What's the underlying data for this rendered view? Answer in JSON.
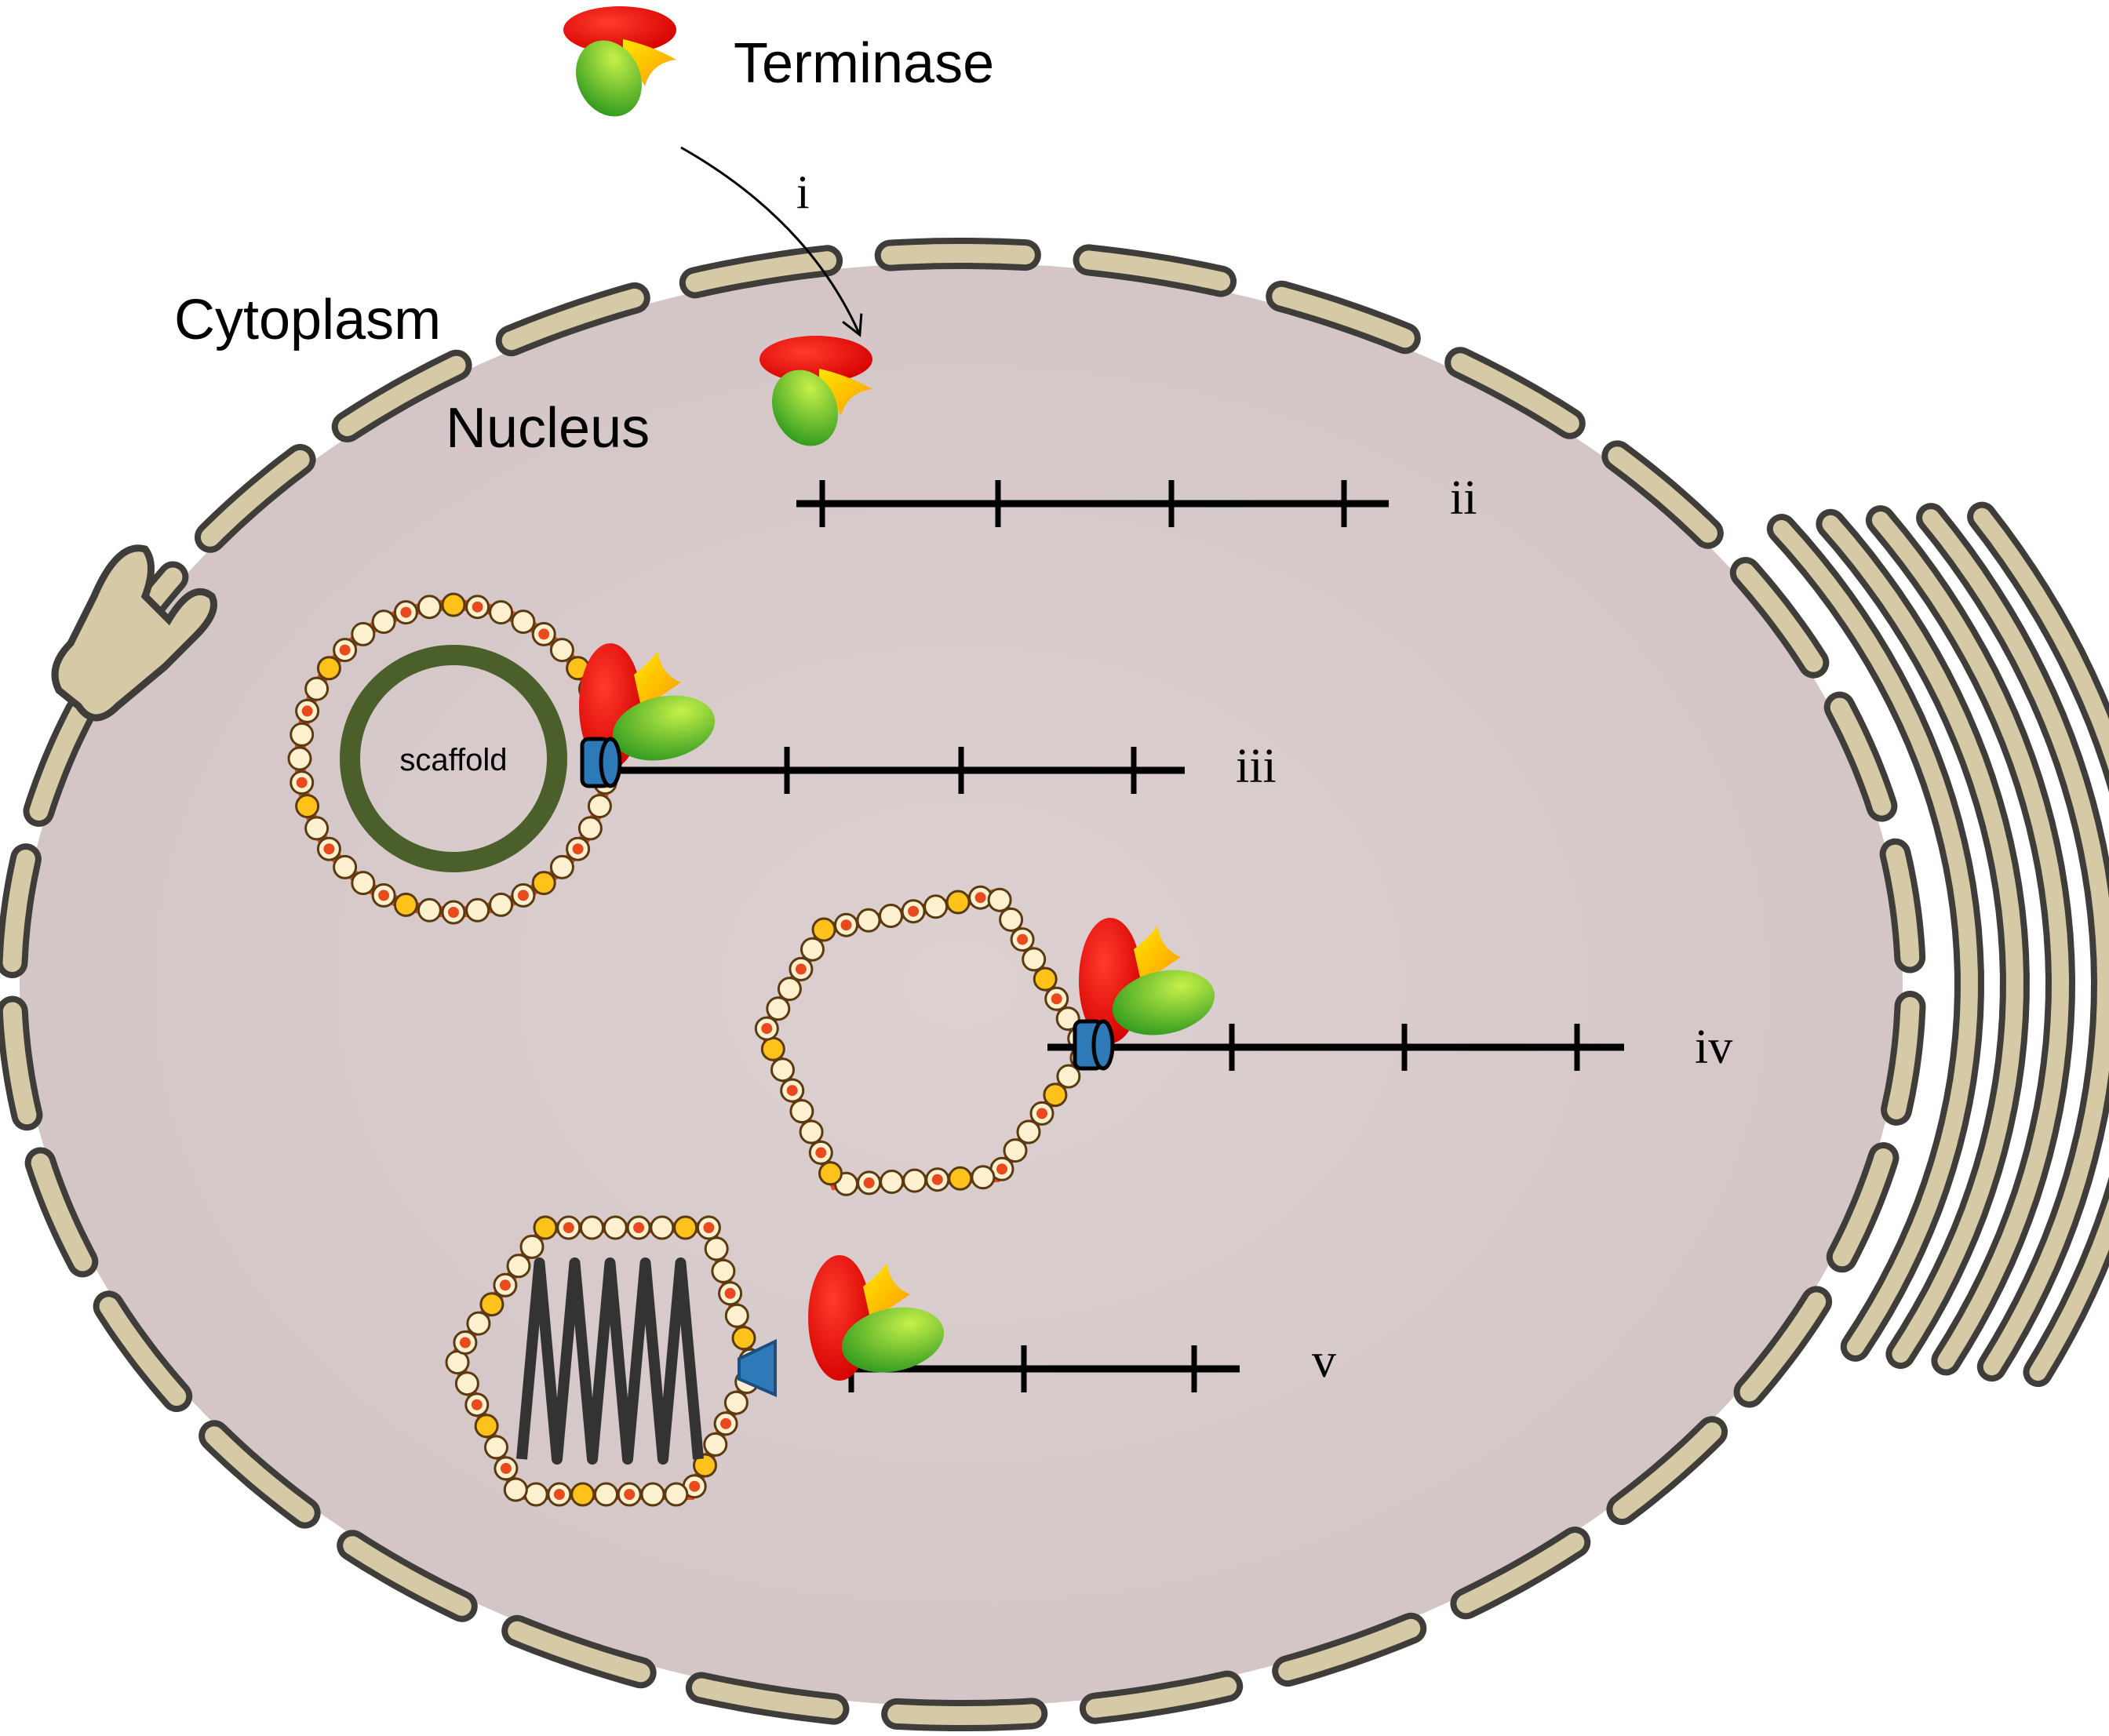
{
  "labels": {
    "terminase": "Terminase",
    "cytoplasm": "Cytoplasm",
    "nucleus": "Nucleus",
    "scaffold": "scaffold",
    "step_i": "i",
    "step_ii": "ii",
    "step_iii": "iii",
    "step_iv": "iv",
    "step_v": "v"
  },
  "colors": {
    "nucleoplasm": "#d8cccc",
    "membrane": "#d6c9a6",
    "membrane_outline": "#3f3d3a",
    "terminase_large": "#e30613",
    "terminase_small": "#6cbf2e",
    "terminase_yellow": "#ffd000",
    "capsid_link": "#e8491d",
    "capsid_bead": "#fff1d0",
    "portal": "#2e7ab8",
    "scaffold": "#4b5f2a",
    "dna": "#000000"
  },
  "icons": {
    "terminase": "terminase-complex-icon",
    "portal": "portal-icon",
    "capsid": "capsid-icon"
  }
}
